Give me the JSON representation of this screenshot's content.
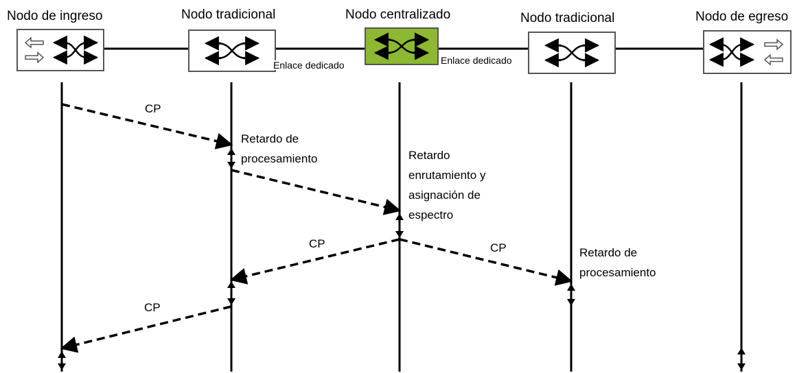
{
  "nodes": [
    {
      "title": "Nodo de ingreso"
    },
    {
      "title": "Nodo tradicional"
    },
    {
      "title": "Nodo centralizado"
    },
    {
      "title": "Nodo tradicional"
    },
    {
      "title": "Nodo de egreso"
    }
  ],
  "links": [
    {
      "label": "Enlace dedicado"
    },
    {
      "label": "Enlace dedicado"
    }
  ],
  "messages": [
    {
      "label": "CP"
    },
    {
      "label": "CP"
    },
    {
      "label": "CP"
    },
    {
      "label": "CP"
    }
  ],
  "delays": [
    {
      "line1": "Retardo de",
      "line2": "procesamiento"
    },
    {
      "line1": "Retardo",
      "line2": "enrutamiento y",
      "line3": "asignación de",
      "line4": "espectro"
    },
    {
      "line1": "Retardo de",
      "line2": "procesamiento"
    }
  ],
  "colors": {
    "central_node_fill": "#8cb832",
    "line": "#000000",
    "node_border": "#555555"
  }
}
